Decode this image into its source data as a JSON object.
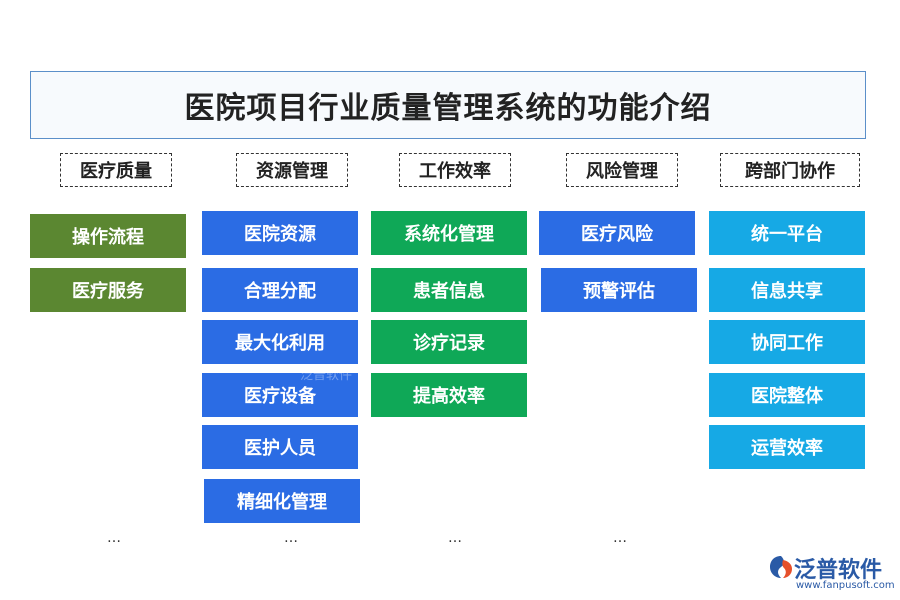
{
  "title": "医院项目行业质量管理系统的功能介绍",
  "columns": [
    {
      "header": "医疗质量",
      "items": [
        "操作流程",
        "医疗服务"
      ]
    },
    {
      "header": "资源管理",
      "items": [
        "医院资源",
        "合理分配",
        "最大化利用",
        "医疗设备",
        "医护人员",
        "精细化管理"
      ]
    },
    {
      "header": "工作效率",
      "items": [
        "系统化管理",
        "患者信息",
        "诊疗记录",
        "提高效率"
      ]
    },
    {
      "header": "风险管理",
      "items": [
        "医疗风险",
        "预警评估"
      ]
    },
    {
      "header": "跨部门协作",
      "items": [
        "统一平台",
        "信息共享",
        "协同工作",
        "医院整体",
        "运营效率"
      ]
    }
  ],
  "ellipsis": "…",
  "watermark": "泛普软件",
  "logo": {
    "name": "泛普软件",
    "url": "www.fanpusoft.com",
    "icon": "fanpu-logo-icon"
  },
  "colors": {
    "col1": "#5b8731",
    "col2": "#2b6ce4",
    "col3": "#0fa857",
    "col4": "#2b6ce4",
    "col5": "#16a9e5",
    "title_border": "#5b8fc9"
  }
}
